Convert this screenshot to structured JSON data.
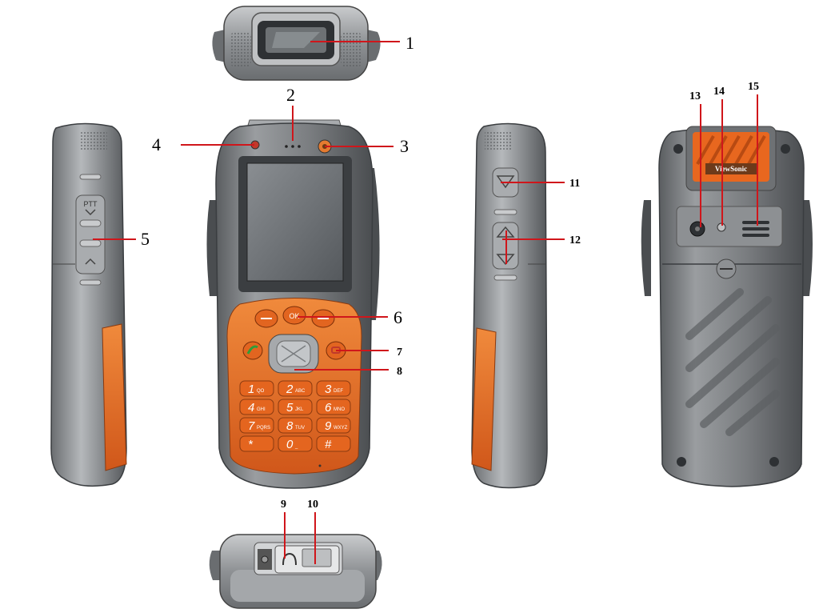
{
  "diagram": {
    "views": [
      "top",
      "front",
      "left-side",
      "right-side",
      "back",
      "bottom"
    ],
    "callouts": [
      "1",
      "2",
      "3",
      "4",
      "5",
      "6",
      "7",
      "8",
      "9",
      "10",
      "11",
      "12",
      "13",
      "14",
      "15"
    ],
    "brand_label": "ViewSonic",
    "ptt_label": "PTT",
    "ok_label": "OK",
    "keys": [
      {
        "digit": "1",
        "sub": "QO"
      },
      {
        "digit": "2",
        "sub": "ABC"
      },
      {
        "digit": "3",
        "sub": "DEF"
      },
      {
        "digit": "4",
        "sub": "GHI"
      },
      {
        "digit": "5",
        "sub": "JKL"
      },
      {
        "digit": "6",
        "sub": "MNO"
      },
      {
        "digit": "7",
        "sub": "PQRS"
      },
      {
        "digit": "8",
        "sub": "TUV"
      },
      {
        "digit": "9",
        "sub": "WXYZ"
      },
      {
        "digit": "*",
        "sub": ""
      },
      {
        "digit": "0",
        "sub": "_"
      },
      {
        "digit": "#",
        "sub": ""
      }
    ],
    "colors": {
      "body_grey": "#7a7d80",
      "body_dark": "#4c4f52",
      "accent_orange": "#e86a1e",
      "screen": "#6e7276"
    }
  }
}
